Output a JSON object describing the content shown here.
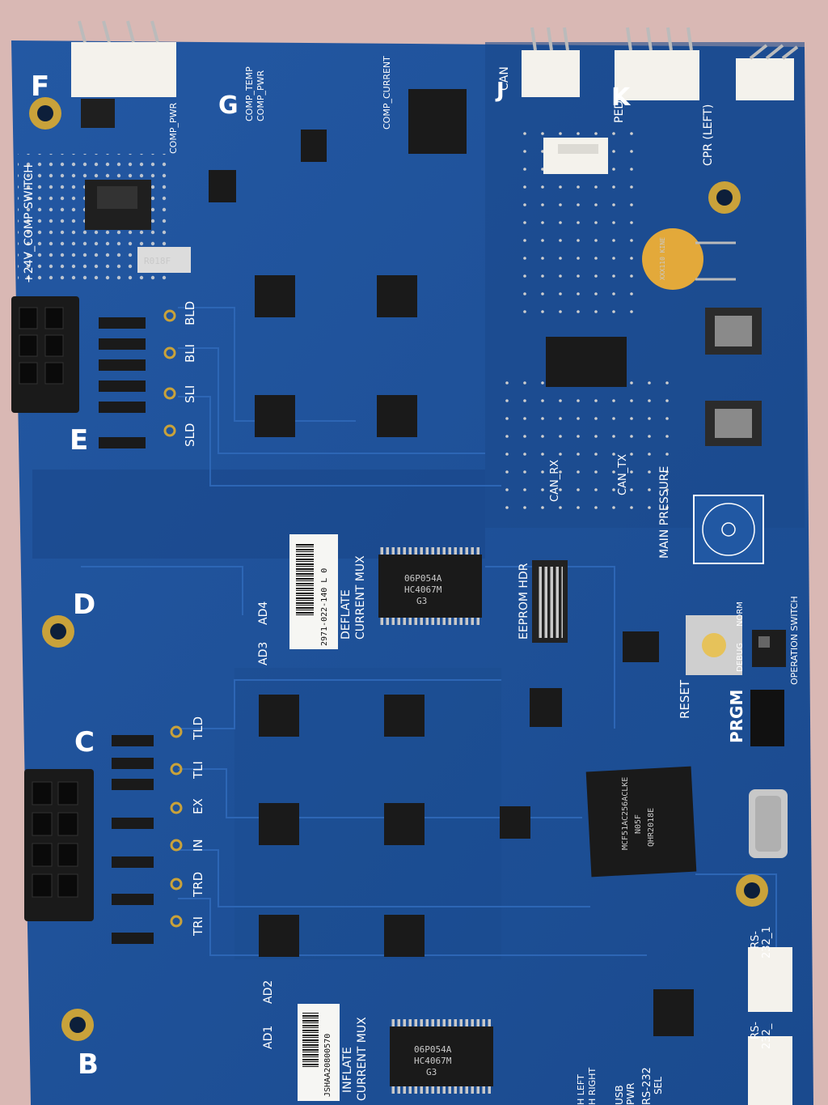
{
  "colors": {
    "background": "#d9b8b4",
    "board": "#1d4f95",
    "board_dark": "#143c78",
    "silk": "#ffffff",
    "connector": "#f4f2ec",
    "ic": "#1a1a1a",
    "pad": "#c9c9c9",
    "gold": "#c9a23a",
    "varistor": "#e3a93a"
  },
  "zone_letters": {
    "f": "F",
    "g": "G",
    "e": "E",
    "d": "D",
    "c": "C",
    "b": "B",
    "j": "J",
    "k": "K"
  },
  "labels": {
    "comp_switch": "+24V_COMP SWITCH",
    "comp_pwr": "COMP_PWR",
    "comp_temp": "COMP_TEMP",
    "comp_pwr2": "COMP_PWR",
    "comp_current": "COMP_CURRENT",
    "can": "CAN",
    "ped": "PED",
    "cpr_left": "CPR (LEFT)",
    "bld": "BLD",
    "bli": "BLI",
    "sli": "SLI",
    "sld": "SLD",
    "can_rx": "CAN_RX",
    "can_tx": "CAN_TX",
    "main_pressure": "MAIN PRESSURE",
    "deflate_mux_1": "DEFLATE",
    "deflate_mux_2": "CURRENT MUX",
    "eeprom_hdr": "EEPROM HDR",
    "ad3": "AD3",
    "ad4": "AD4",
    "tld": "TLD",
    "tli": "TLI",
    "ex": "EX",
    "in": "IN",
    "trd": "TRD",
    "tri": "TRI",
    "reset": "RESET",
    "prgm": "PRGM",
    "debug": "DEBUG",
    "norm": "NORM",
    "operation_switch": "OPERATION SWITCH",
    "ad1": "AD1",
    "ad2": "AD2",
    "inflate_mux_1": "INFLATE",
    "inflate_mux_2": "CURRENT MUX",
    "rs232_a": "RS-",
    "rs232_b": "232_1",
    "rs232_c": "RS-",
    "rs232_d": "232_",
    "rs232_sel": "RS-232",
    "sel": "SEL",
    "usb": "USB",
    "pwr": "PWR",
    "left": "H LEFT",
    "right": "H RIGHT",
    "resistor_mark": "R018F"
  },
  "chips": {
    "deflate_mux": [
      "06P054A",
      "HC4067M",
      "G3"
    ],
    "inflate_mux": [
      "06P054A",
      "HC4067M",
      "G3"
    ],
    "mcu": [
      "MCF51AC256ACLKE",
      "N05F",
      "QHR2018E"
    ],
    "varistor": "XXX110 KINE"
  },
  "barcodes": {
    "upper": "2971-022-140 L 0",
    "lower": "JSHAA20800570"
  }
}
